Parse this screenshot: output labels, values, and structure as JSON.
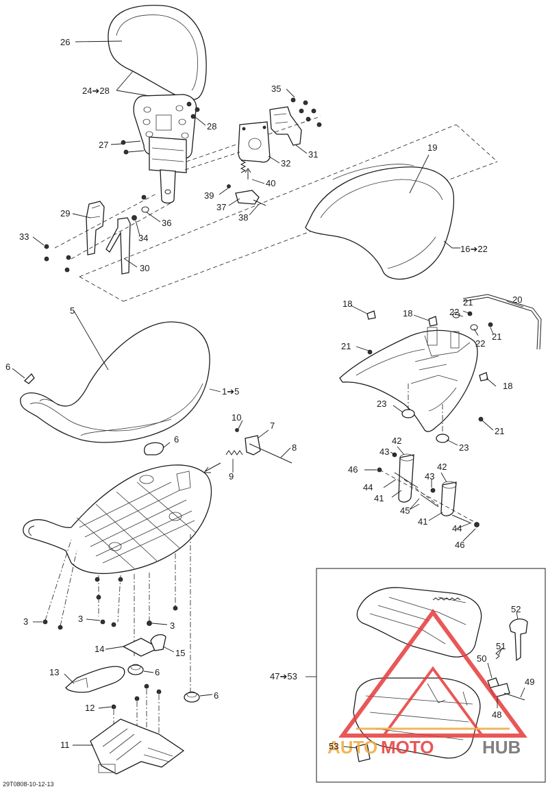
{
  "diagram": {
    "drawing_code": "29T0808-10-12-13",
    "callouts": {
      "c26": "26",
      "c24_28": "24➔28",
      "c28": "28",
      "c27": "27",
      "c35": "35",
      "c31": "31",
      "c32": "32",
      "c40": "40",
      "c39": "39",
      "c37": "37",
      "c38": "38",
      "c29": "29",
      "c36": "36",
      "c33": "33",
      "c34": "34",
      "c30": "30",
      "c19": "19",
      "c16_22": "16➔22",
      "c5": "5",
      "c6a": "6",
      "c1_5": "1➔5",
      "c18a": "18",
      "c18b": "18",
      "c18c": "18",
      "c22a": "22",
      "c22b": "22",
      "c21a": "21",
      "c21b": "21",
      "c21c": "21",
      "c21d": "21",
      "c20": "20",
      "c23a": "23",
      "c23b": "23",
      "c10": "10",
      "c7": "7",
      "c8": "8",
      "c9": "9",
      "c6b": "6",
      "c42a": "42",
      "c43a": "43",
      "c46a": "46",
      "c44a": "44",
      "c41a": "41",
      "c43b": "43",
      "c42b": "42",
      "c45": "45",
      "c41b": "41",
      "c44b": "44",
      "c46b": "46",
      "c3a": "3",
      "c3b": "3",
      "c3c": "3",
      "c14": "14",
      "c15": "15",
      "c13": "13",
      "c6c": "6",
      "c6d": "6",
      "c12": "12",
      "c11": "11",
      "c47_53": "47➔53",
      "c52": "52",
      "c51": "51",
      "c50": "50",
      "c49": "49",
      "c48": "48",
      "c53": "53"
    }
  },
  "watermark": {
    "word_auto": "AUTO",
    "word_moto": "MOTO",
    "word_hub": "HUB",
    "red": "#e63a3a",
    "orange": "#f2a93b",
    "gray": "#6a6a6a"
  }
}
